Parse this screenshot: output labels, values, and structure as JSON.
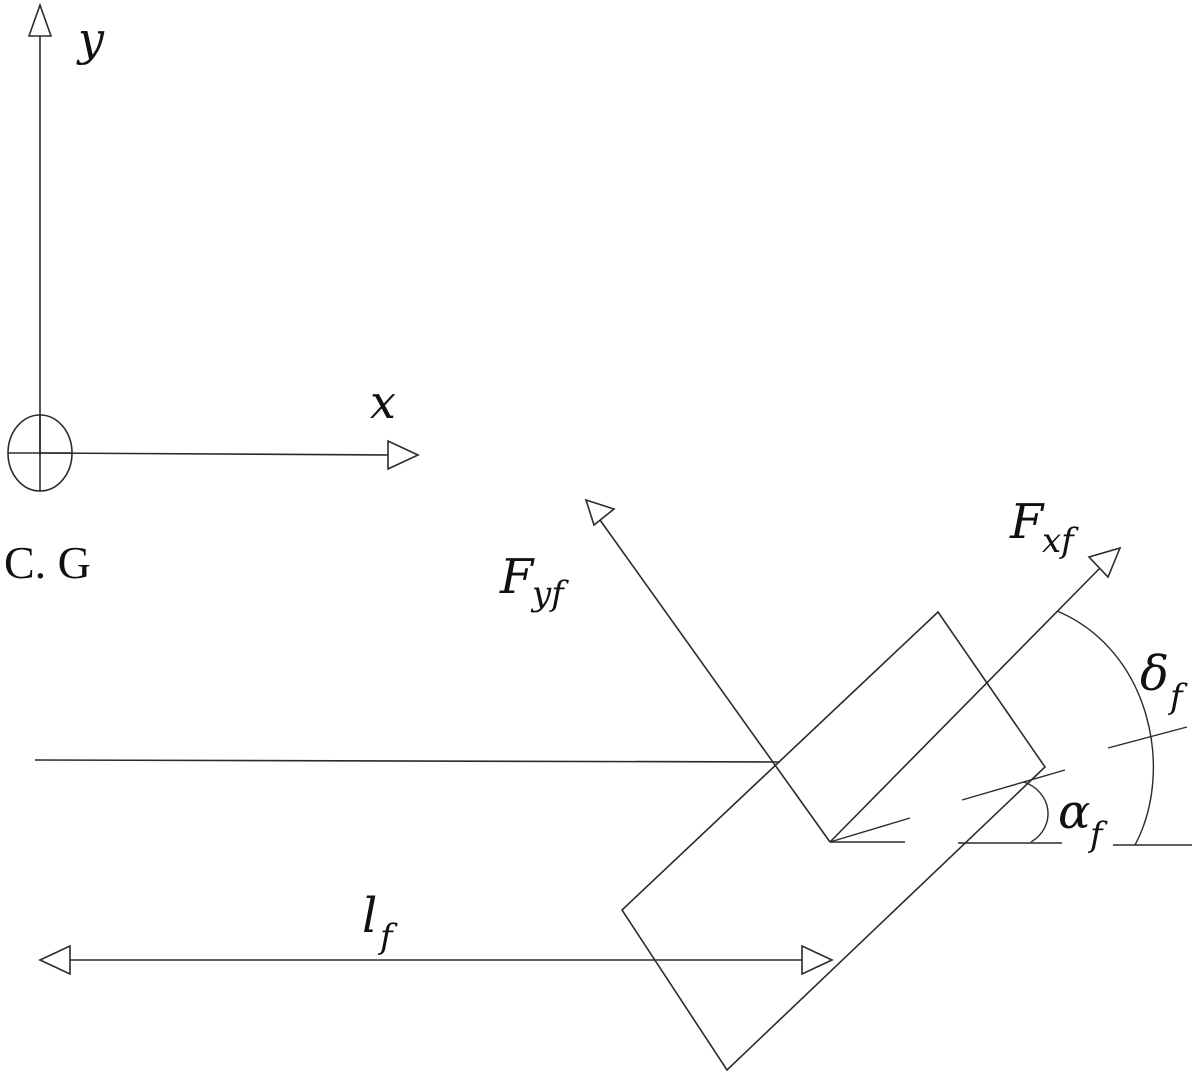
{
  "labels": {
    "y_axis": "y",
    "x_axis": "x",
    "cg": "C. G",
    "fyf_main": "F",
    "fyf_sub": "yf",
    "fxf_main": "F",
    "fxf_sub": "xf",
    "delta_main": "δ",
    "delta_sub": "f",
    "alpha_main": "α",
    "alpha_sub": "f",
    "lf_main": "l",
    "lf_sub": "f"
  },
  "colors": {
    "stroke": "#2b2b2b",
    "text": "#111111",
    "background": "#ffffff"
  }
}
